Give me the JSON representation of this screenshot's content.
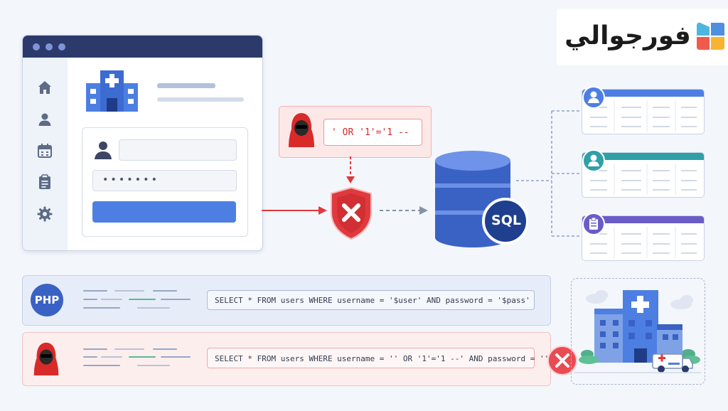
{
  "brand": {
    "name": "فورجوالي"
  },
  "attack": {
    "payload": "' OR '1'='1 --"
  },
  "database": {
    "label": "SQL"
  },
  "code": {
    "php_badge": "PHP",
    "safe_query": "SELECT * FROM users WHERE username = '$user' AND password = '$pass'",
    "injected_query": "SELECT * FROM users WHERE username = '' OR '1'='1 --' AND password = ''"
  },
  "login": {
    "password_mask": "•••••••"
  },
  "icons": {
    "sidebar": [
      "home-icon",
      "user-icon",
      "calendar-icon",
      "clipboard-icon",
      "gear-icon"
    ],
    "tables": [
      "user-icon",
      "user-icon",
      "clipboard-icon"
    ]
  },
  "colors": {
    "accent_blue": "#4d7fe3",
    "danger_red": "#e0393e",
    "navy": "#2c3a6b",
    "teal": "#2f9fa8",
    "purple": "#6a5cc7"
  }
}
